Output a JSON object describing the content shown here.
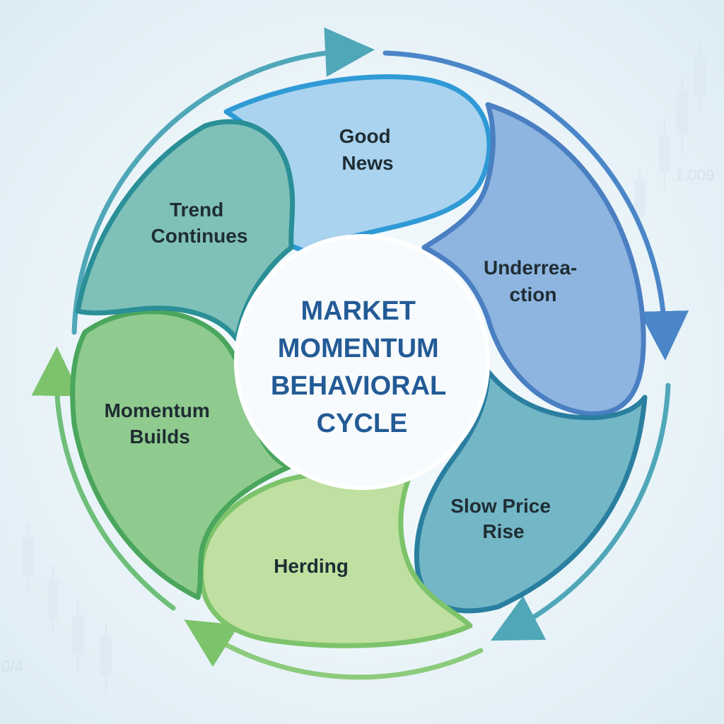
{
  "center_title": [
    "MARKET",
    "MOMENTUM",
    "BEHAVIORAL",
    "CYCLE"
  ],
  "segments": [
    {
      "id": "good-news",
      "lines": [
        "Good",
        "News"
      ],
      "fill": "#a9d3ef",
      "stroke": "#2f9ad6"
    },
    {
      "id": "underreaction",
      "lines": [
        "Underrea-",
        "ction"
      ],
      "fill": "#8db5e0",
      "stroke": "#4a7fc2"
    },
    {
      "id": "slow-price-rise",
      "lines": [
        "Slow Price",
        "Rise"
      ],
      "fill": "#73b6c6",
      "stroke": "#2a7fa0"
    },
    {
      "id": "herding",
      "lines": [
        "Herding"
      ],
      "fill": "#bfe0a0",
      "stroke": "#7cc36b"
    },
    {
      "id": "momentum-builds",
      "lines": [
        "Momentum",
        "Builds"
      ],
      "fill": "#8fcb8f",
      "stroke": "#4aa65c"
    },
    {
      "id": "trend-continues",
      "lines": [
        "Trend",
        "Continues"
      ],
      "fill": "#7fc0b8",
      "stroke": "#2a8f96"
    }
  ],
  "background_numbers": [
    "1.009",
    "0/4"
  ],
  "colors": {
    "center_text": "#235b96",
    "label_text": "#1f2d33"
  }
}
